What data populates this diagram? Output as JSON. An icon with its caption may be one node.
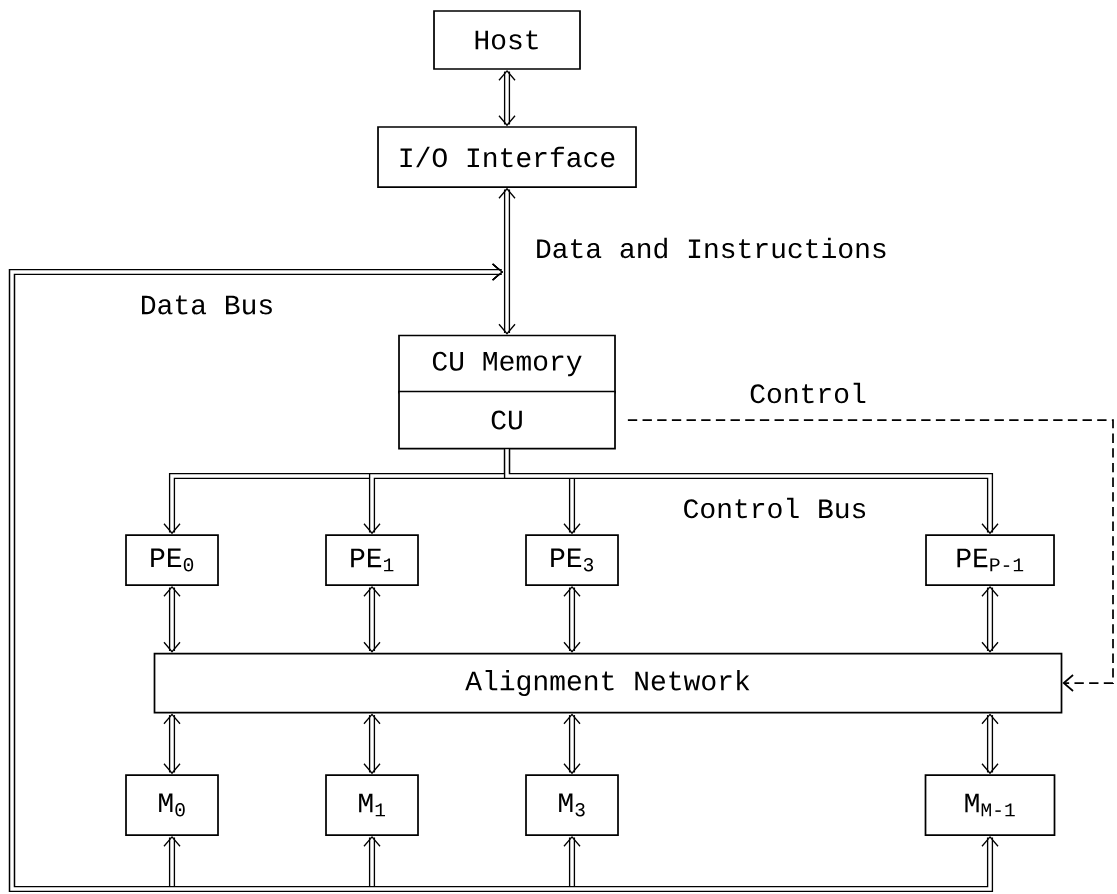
{
  "diagram": {
    "nodes": [
      {
        "text": [
          "Host"
        ]
      },
      {
        "text": [
          "I/O Interface"
        ]
      },
      {
        "text": [
          "CU Memory"
        ]
      },
      {
        "text": [
          "CU"
        ]
      },
      {
        "text": [
          "PE$_{0}$"
        ]
      },
      {
        "text": [
          "PE$_{1}$"
        ]
      },
      {
        "text": [
          "PE$_{3}$"
        ]
      },
      {
        "text": [
          "PE$_{P-1}$"
        ]
      },
      {
        "text": [
          "Alignment Network"
        ]
      },
      {
        "text": [
          "M$_{0}$"
        ]
      },
      {
        "text": [
          "M$_{1}$"
        ]
      },
      {
        "text": [
          "M$_{3}$"
        ]
      },
      {
        "text": [
          "M$_{M-1}$"
        ]
      }
    ],
    "edges": [
      {
        "from": 0,
        "to": 1,
        "arrow": "both"
      },
      {
        "from": 1,
        "to": 2,
        "arrow": "both",
        "label": "Data and Instructions"
      },
      {
        "from": 3,
        "to": 4,
        "arrow": "to"
      },
      {
        "from": 3,
        "to": 5,
        "arrow": "to"
      },
      {
        "from": 3,
        "to": 6,
        "arrow": "to"
      },
      {
        "from": 3,
        "to": 7,
        "arrow": "to"
      },
      {
        "from": 4,
        "to": 8,
        "arrow": "both"
      },
      {
        "from": 5,
        "to": 8,
        "arrow": "both"
      },
      {
        "from": 6,
        "to": 8,
        "arrow": "both"
      },
      {
        "from": 7,
        "to": 8,
        "arrow": "both"
      },
      {
        "from": 8,
        "to": 9,
        "arrow": "both"
      },
      {
        "from": 8,
        "to": 10,
        "arrow": "both"
      },
      {
        "from": 8,
        "to": 11,
        "arrow": "both"
      },
      {
        "from": 8,
        "to": 12,
        "arrow": "both"
      },
      {
        "from": 9,
        "to": null,
        "arrow": "both"
      },
      {
        "from": 10,
        "to": null,
        "arrow": "both"
      },
      {
        "from": 11,
        "to": null,
        "arrow": "both"
      },
      {
        "from": 12,
        "to": null,
        "arrow": "both"
      },
      {
        "from": 3,
        "to": 8,
        "arrow": "to",
        "style": "dashed",
        "label": "Control"
      }
    ],
    "labels": [
      "Data Bus",
      "Control Bus"
    ]
  }
}
